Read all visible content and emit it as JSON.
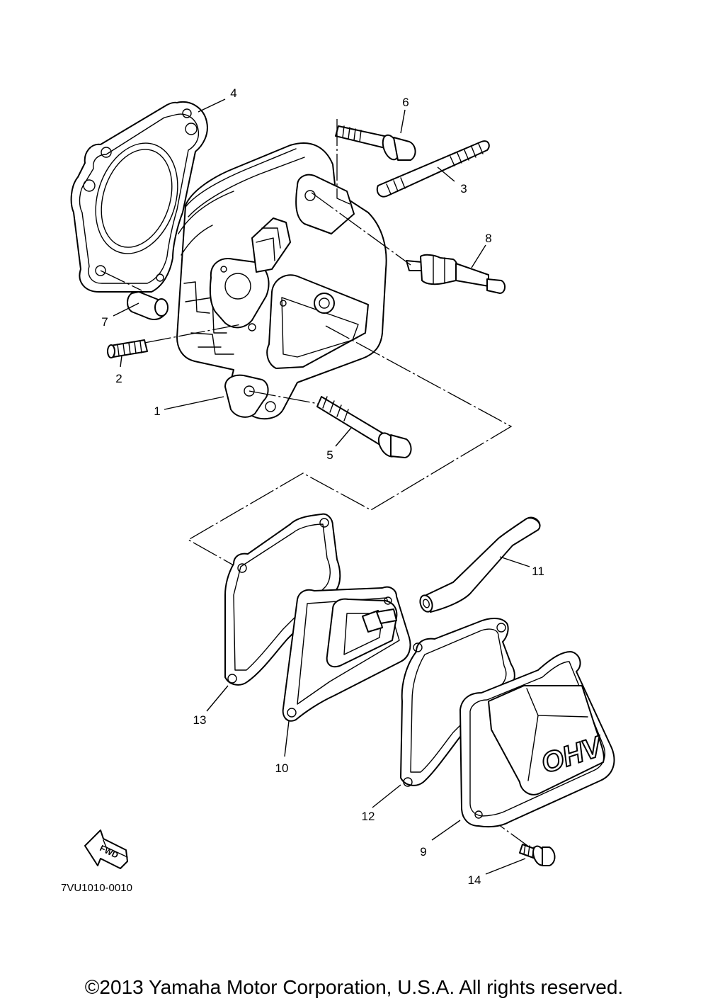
{
  "diagram": {
    "callouts": [
      "1",
      "2",
      "3",
      "4",
      "5",
      "6",
      "7",
      "8",
      "9",
      "10",
      "11",
      "12",
      "13",
      "14"
    ],
    "cover_marking": "OHV",
    "direction_marker": "FWD",
    "figure_code": "7VU1010-0010"
  },
  "footer": {
    "copyright": "©2013 Yamaha Motor Corporation, U.S.A. All rights reserved."
  }
}
